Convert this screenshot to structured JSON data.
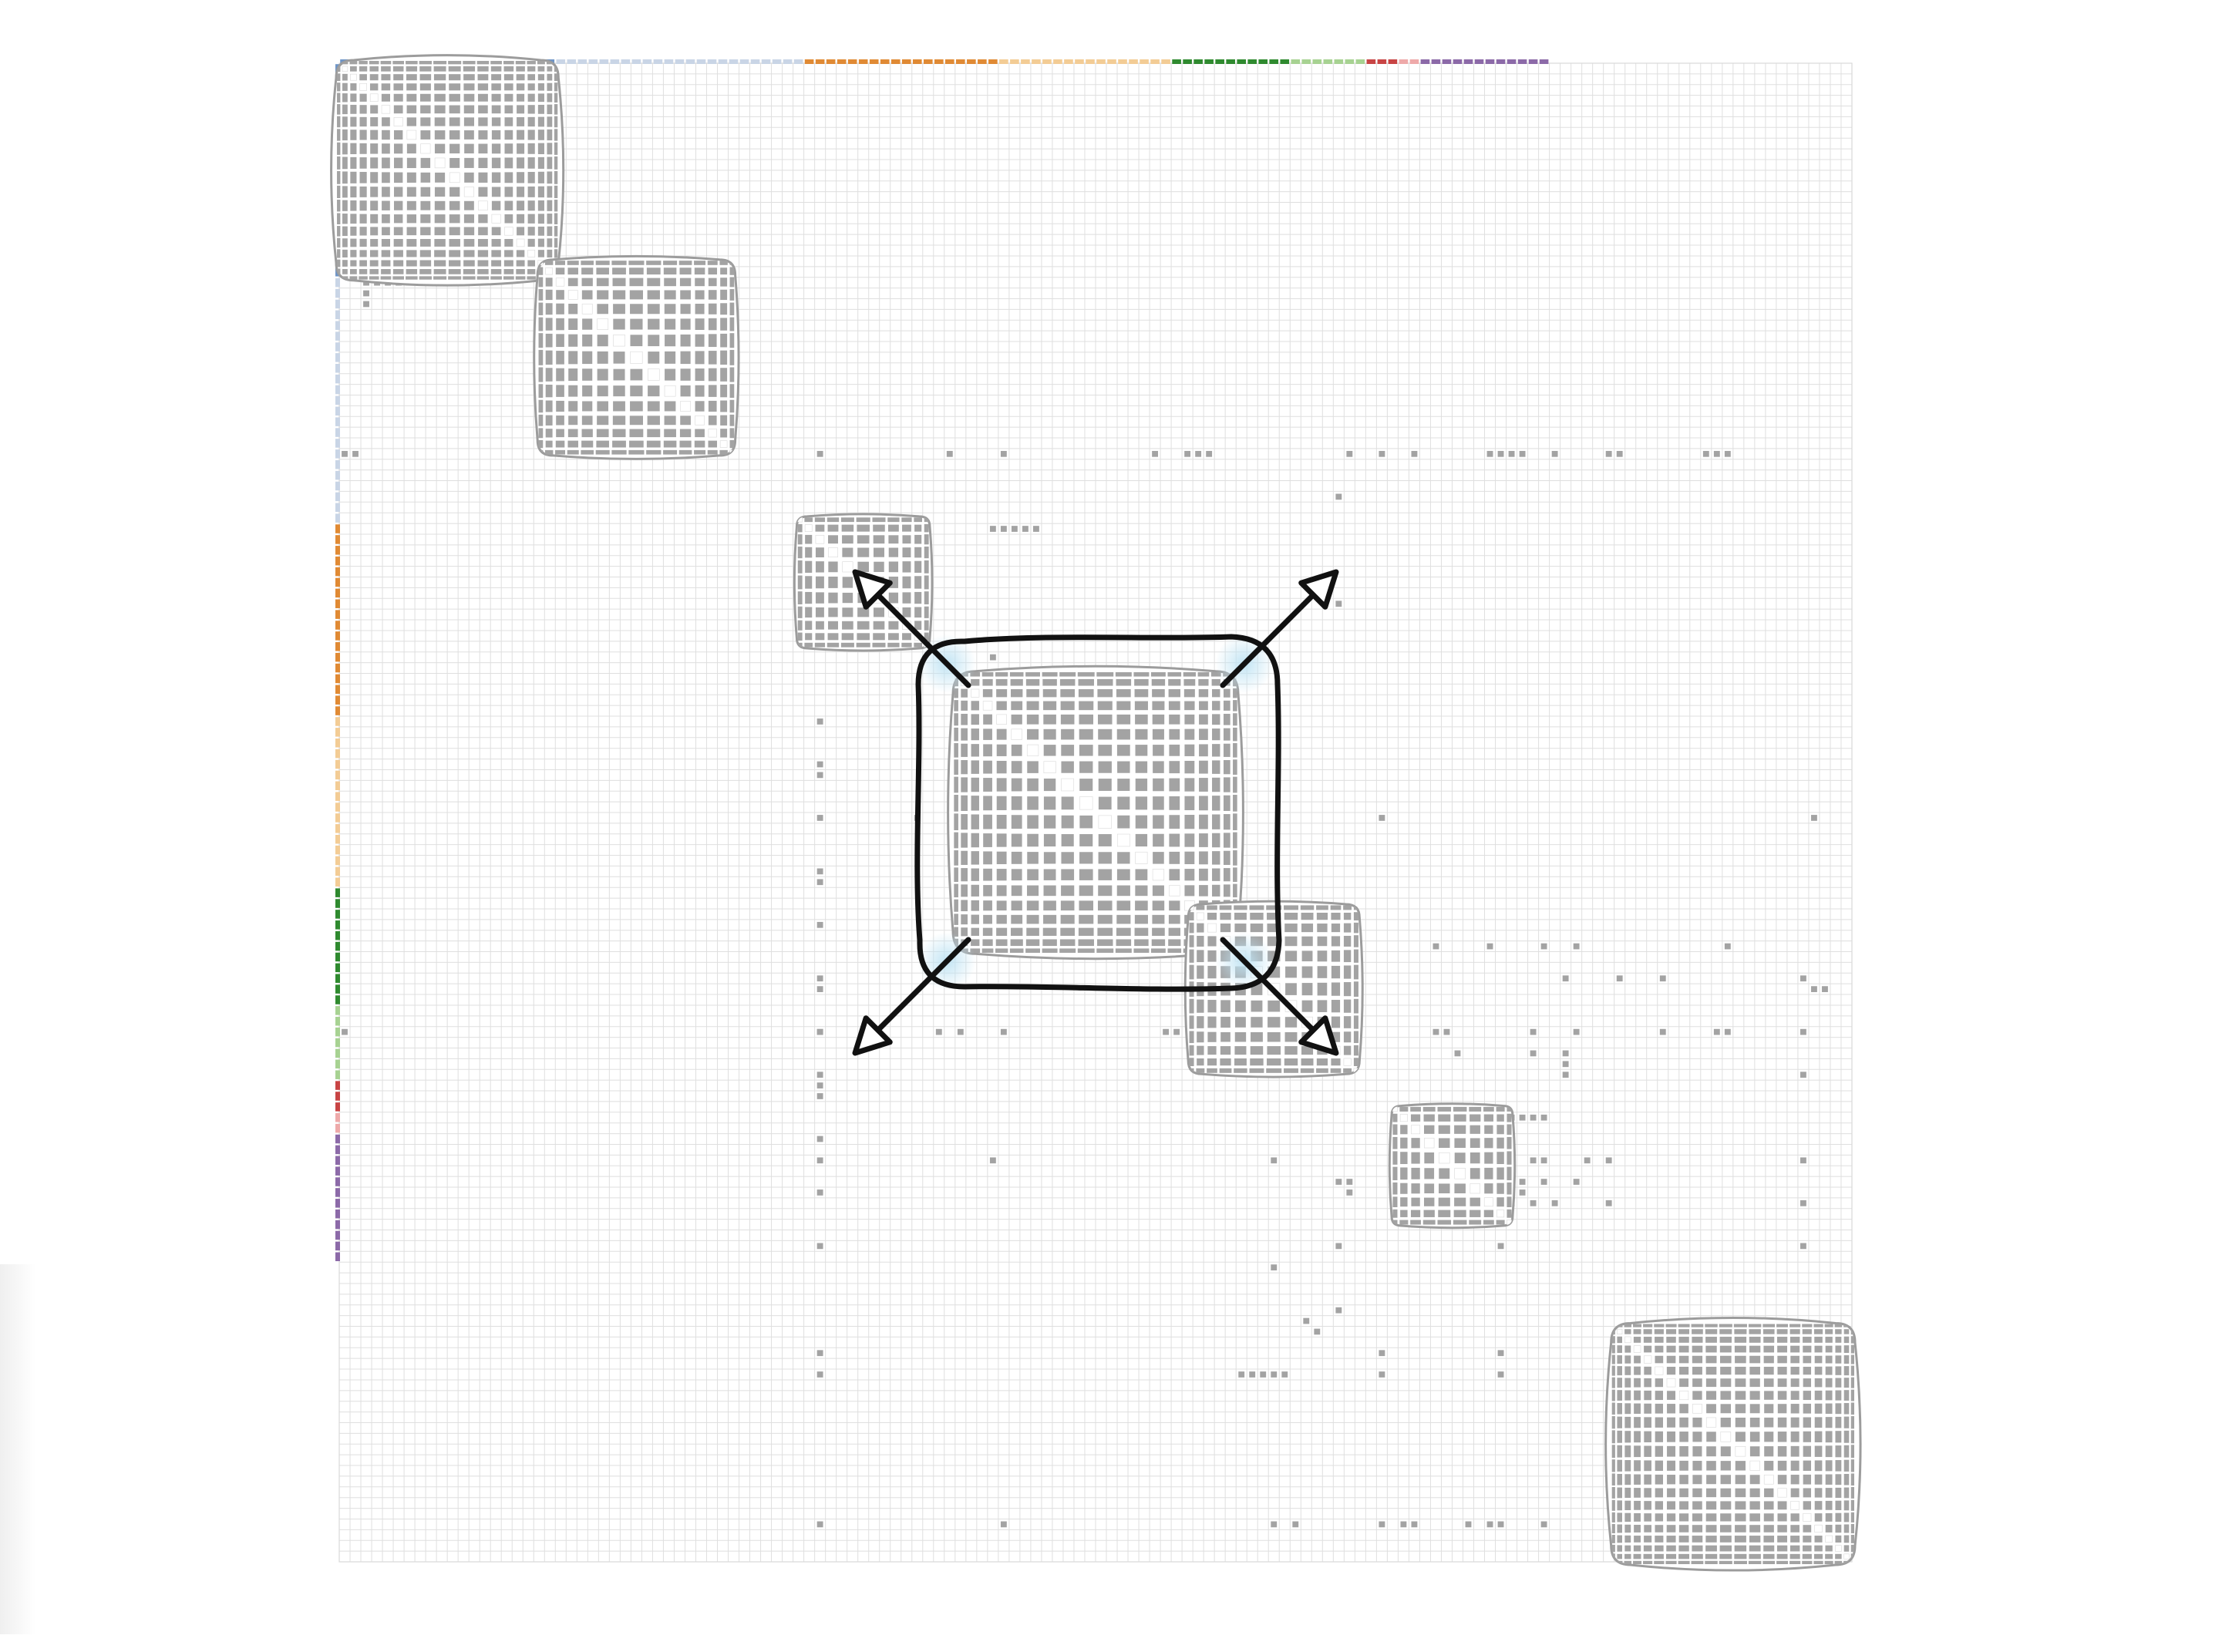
{
  "matrix": {
    "n": 140,
    "background": "#ffffff",
    "grid_color": "#d9d9d9",
    "cell_color": "#a3a3a3",
    "lens_border_color": "#9c9c9c",
    "group_sizes": [
      20,
      23,
      18,
      16,
      11,
      7,
      3,
      2,
      12
    ],
    "group_colors": [
      "#6f95c6",
      "#c9d5e6",
      "#e08a34",
      "#f3cc95",
      "#2f8a2f",
      "#a7d292",
      "#c84444",
      "#eea9a9",
      "#8c6aa8"
    ],
    "diagonal_blocks": [
      {
        "start": 0,
        "end": 19,
        "fisheye": "large",
        "dense": true
      },
      {
        "start": 20,
        "end": 34,
        "fisheye": "medium",
        "dense": true
      },
      {
        "start": 43,
        "end": 53,
        "fisheye": "small",
        "dense": true
      },
      {
        "start": 60,
        "end": 79,
        "fisheye": "large",
        "dense": true,
        "selected": true
      },
      {
        "start": 80,
        "end": 92,
        "fisheye": "medium",
        "dense": true
      },
      {
        "start": 98,
        "end": 107,
        "fisheye": "small",
        "dense": true
      },
      {
        "start": 118,
        "end": 139,
        "fisheye": "large",
        "dense": true
      }
    ],
    "off_diagonal_links": [
      [
        20,
        2
      ],
      [
        20,
        3
      ],
      [
        20,
        4
      ],
      [
        20,
        5
      ],
      [
        20,
        6
      ],
      [
        20,
        7
      ],
      [
        20,
        8
      ],
      [
        20,
        9
      ],
      [
        21,
        2
      ],
      [
        22,
        2
      ],
      [
        30,
        20
      ],
      [
        31,
        20
      ],
      [
        32,
        20
      ],
      [
        33,
        20
      ],
      [
        34,
        20
      ],
      [
        35,
        20
      ],
      [
        36,
        0
      ],
      [
        36,
        1
      ],
      [
        36,
        20
      ],
      [
        36,
        33
      ],
      [
        36,
        34
      ],
      [
        36,
        44
      ],
      [
        36,
        56
      ],
      [
        36,
        61
      ],
      [
        36,
        75
      ],
      [
        36,
        78
      ],
      [
        36,
        79
      ],
      [
        36,
        80
      ],
      [
        36,
        93
      ],
      [
        36,
        96
      ],
      [
        36,
        99
      ],
      [
        36,
        106
      ],
      [
        36,
        107
      ],
      [
        36,
        108
      ],
      [
        36,
        109
      ],
      [
        36,
        112
      ],
      [
        36,
        117
      ],
      [
        36,
        118
      ],
      [
        36,
        126
      ],
      [
        36,
        127
      ],
      [
        36,
        128
      ],
      [
        43,
        60
      ],
      [
        43,
        61
      ],
      [
        43,
        62
      ],
      [
        43,
        63
      ],
      [
        43,
        64
      ],
      [
        40,
        92
      ],
      [
        50,
        92
      ],
      [
        55,
        60
      ],
      [
        61,
        44
      ],
      [
        65,
        44
      ],
      [
        66,
        44
      ],
      [
        70,
        44
      ],
      [
        70,
        53
      ],
      [
        70,
        77
      ],
      [
        70,
        78
      ],
      [
        70,
        96
      ],
      [
        70,
        136
      ],
      [
        75,
        44
      ],
      [
        76,
        44
      ],
      [
        80,
        44
      ],
      [
        85,
        44
      ],
      [
        86,
        44
      ],
      [
        90,
        44
      ],
      [
        95,
        44
      ],
      [
        96,
        44
      ],
      [
        100,
        44
      ],
      [
        105,
        44
      ],
      [
        82,
        92
      ],
      [
        82,
        93
      ],
      [
        82,
        101
      ],
      [
        82,
        106
      ],
      [
        82,
        111
      ],
      [
        82,
        114
      ],
      [
        82,
        128
      ],
      [
        85,
        92
      ],
      [
        85,
        113
      ],
      [
        85,
        118
      ],
      [
        85,
        122
      ],
      [
        85,
        135
      ],
      [
        86,
        136
      ],
      [
        86,
        137
      ],
      [
        90,
        0
      ],
      [
        90,
        44
      ],
      [
        90,
        48
      ],
      [
        90,
        55
      ],
      [
        90,
        57
      ],
      [
        90,
        61
      ],
      [
        90,
        76
      ],
      [
        90,
        77
      ],
      [
        90,
        86
      ],
      [
        90,
        101
      ],
      [
        90,
        102
      ],
      [
        90,
        110
      ],
      [
        90,
        114
      ],
      [
        90,
        122
      ],
      [
        90,
        127
      ],
      [
        90,
        128
      ],
      [
        90,
        135
      ],
      [
        92,
        103
      ],
      [
        92,
        110
      ],
      [
        92,
        113
      ],
      [
        93,
        113
      ],
      [
        94,
        44
      ],
      [
        94,
        113
      ],
      [
        94,
        135
      ],
      [
        98,
        107
      ],
      [
        98,
        108
      ],
      [
        98,
        109
      ],
      [
        98,
        110
      ],
      [
        98,
        111
      ],
      [
        102,
        44
      ],
      [
        102,
        60
      ],
      [
        102,
        86
      ],
      [
        102,
        101
      ],
      [
        102,
        106
      ],
      [
        102,
        110
      ],
      [
        102,
        111
      ],
      [
        102,
        115
      ],
      [
        102,
        117
      ],
      [
        102,
        135
      ],
      [
        104,
        92
      ],
      [
        104,
        93
      ],
      [
        104,
        106
      ],
      [
        104,
        109
      ],
      [
        104,
        111
      ],
      [
        104,
        114
      ],
      [
        105,
        93
      ],
      [
        105,
        99
      ],
      [
        105,
        109
      ],
      [
        106,
        99
      ],
      [
        106,
        101
      ],
      [
        106,
        108
      ],
      [
        106,
        110
      ],
      [
        106,
        112
      ],
      [
        106,
        117
      ],
      [
        106,
        135
      ],
      [
        107,
        99
      ],
      [
        108,
        99
      ],
      [
        110,
        44
      ],
      [
        110,
        92
      ],
      [
        110,
        107
      ],
      [
        110,
        135
      ],
      [
        112,
        86
      ],
      [
        116,
        92
      ],
      [
        117,
        89
      ],
      [
        118,
        90
      ],
      [
        119,
        118
      ],
      [
        119,
        119
      ],
      [
        120,
        44
      ],
      [
        120,
        96
      ],
      [
        120,
        107
      ],
      [
        122,
        44
      ],
      [
        122,
        83
      ],
      [
        122,
        84
      ],
      [
        122,
        85
      ],
      [
        122,
        86
      ],
      [
        122,
        87
      ],
      [
        122,
        96
      ],
      [
        122,
        107
      ],
      [
        136,
        44
      ],
      [
        136,
        61
      ],
      [
        136,
        86
      ],
      [
        136,
        88
      ],
      [
        136,
        96
      ],
      [
        136,
        98
      ],
      [
        136,
        99
      ],
      [
        136,
        104
      ],
      [
        136,
        106
      ],
      [
        136,
        107
      ],
      [
        136,
        111
      ],
      [
        136,
        139
      ]
    ]
  },
  "annotation": {
    "selection_outline": "rounded-square",
    "expand_arrows": [
      "up-left",
      "up-right",
      "down-left",
      "down-right"
    ],
    "stroke_color": "#111111",
    "glow_color": "#bfe3f3"
  }
}
